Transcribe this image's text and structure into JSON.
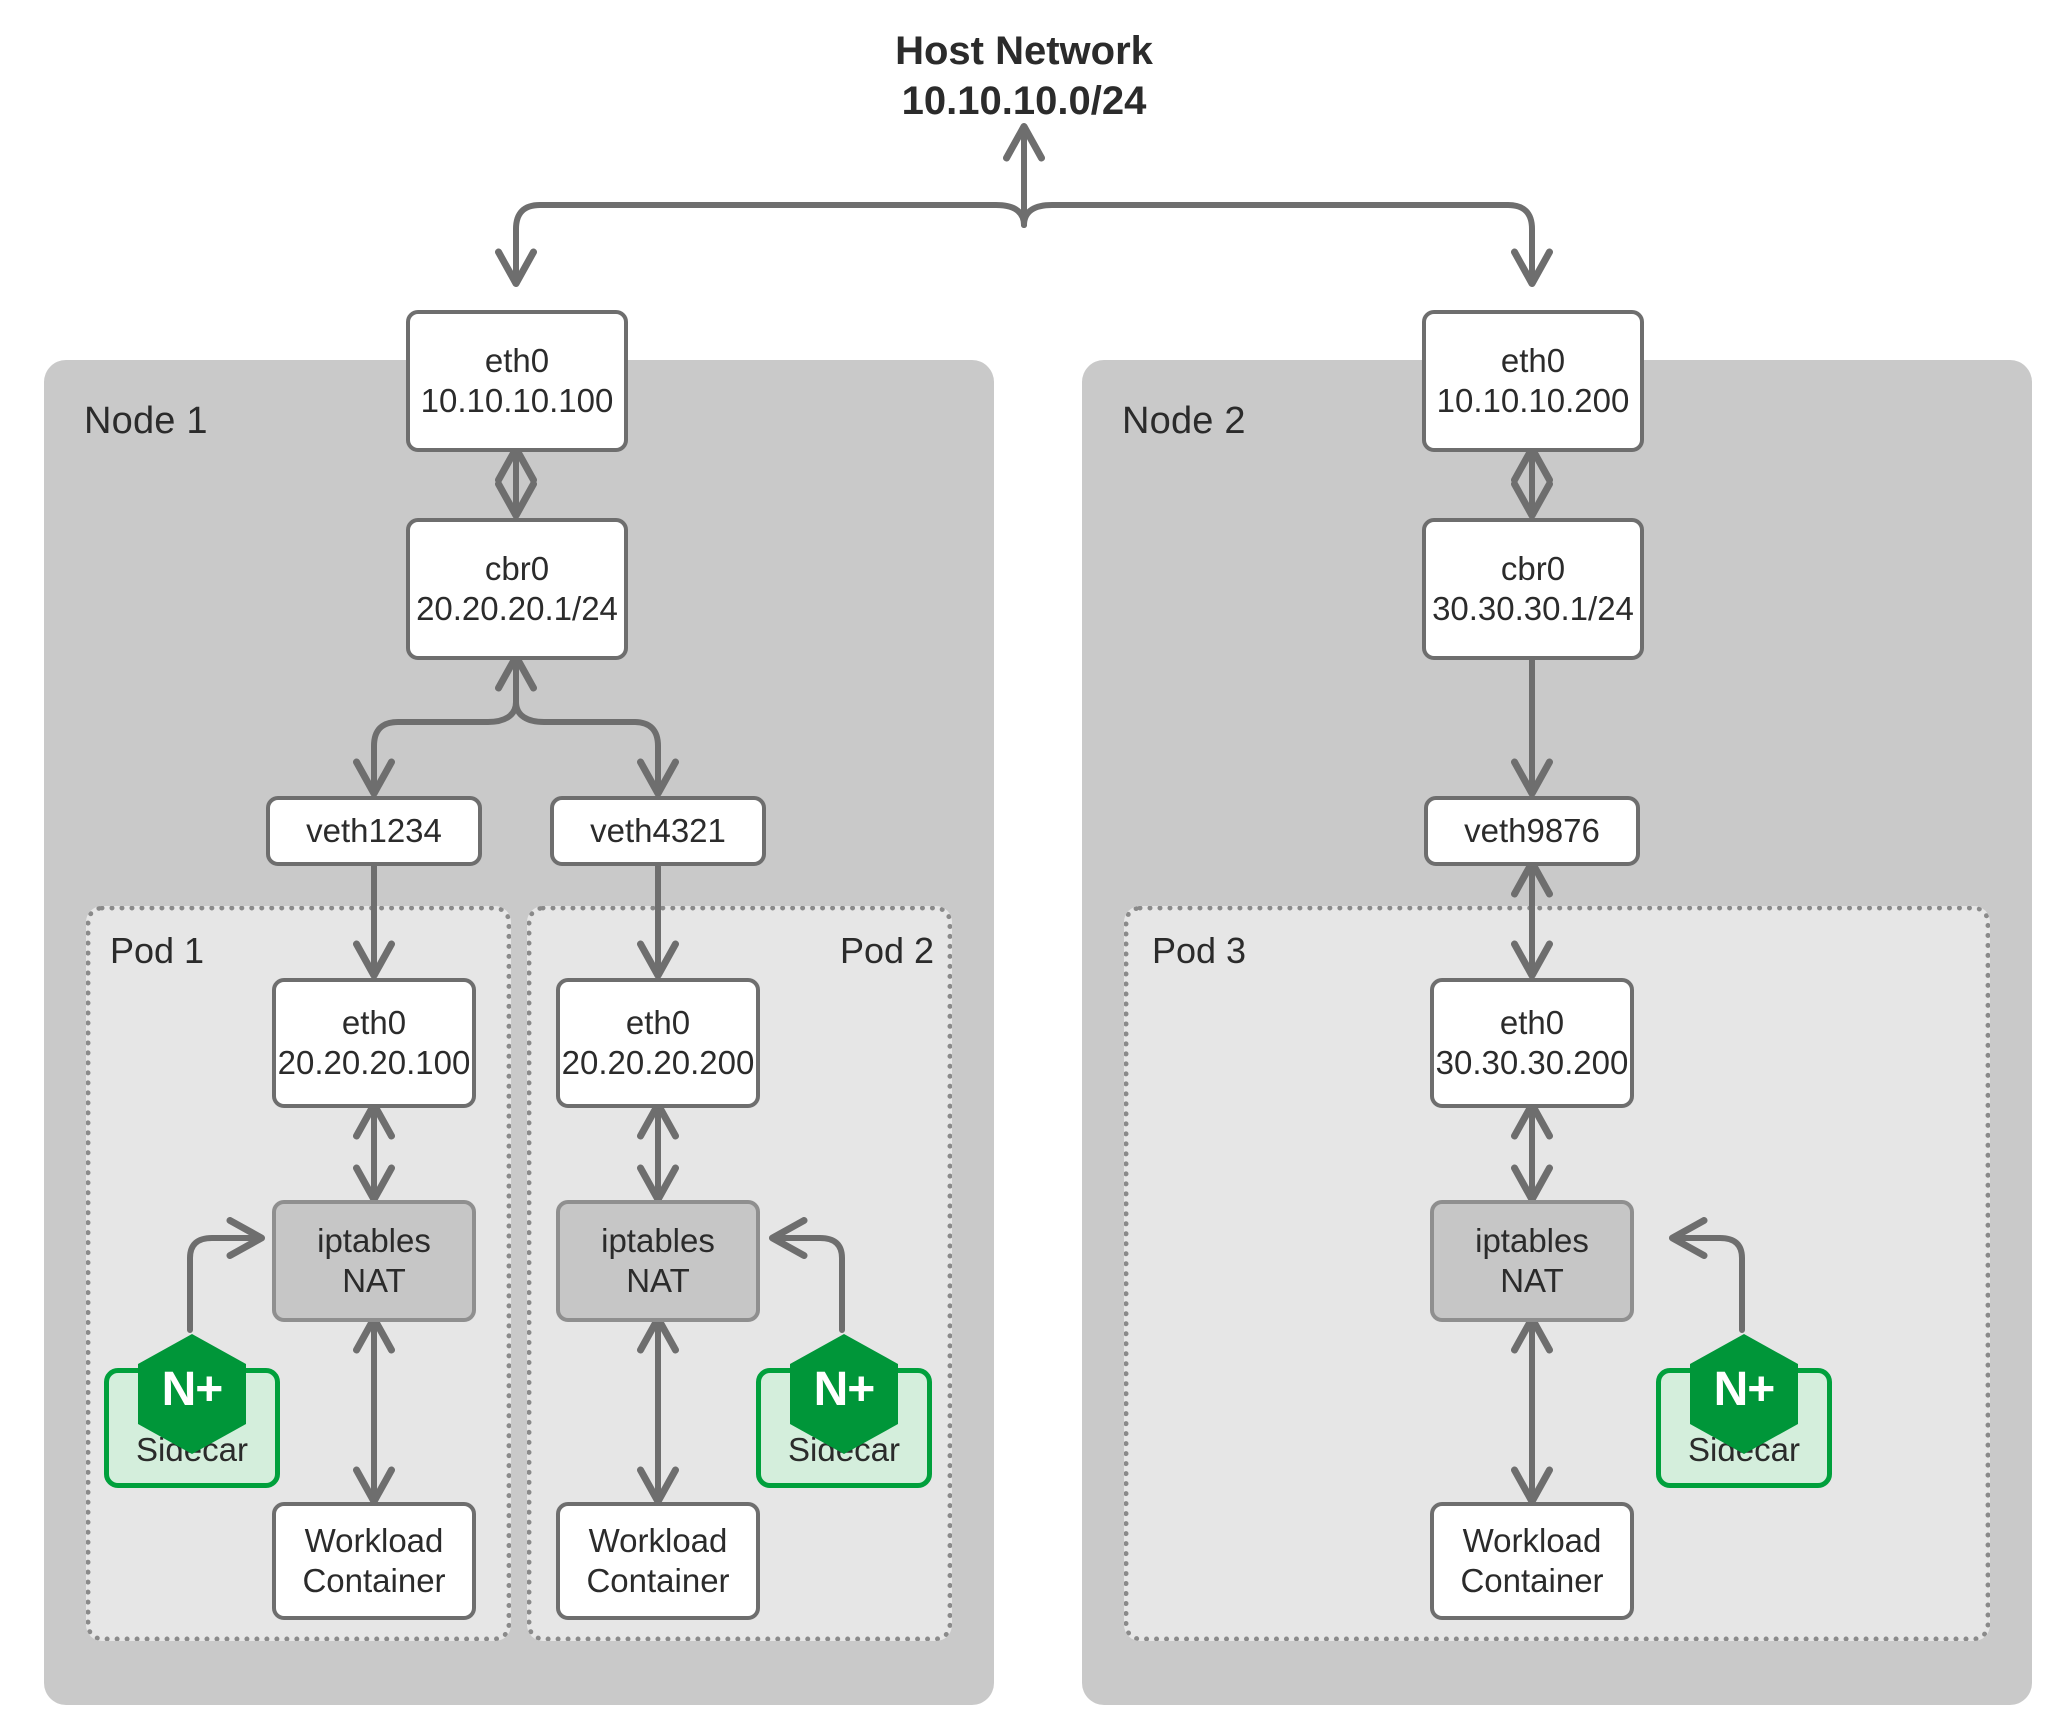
{
  "header": {
    "line1": "Host Network",
    "line2": "10.10.10.0/24"
  },
  "nodes": [
    {
      "id": "node1",
      "label": "Node 1",
      "eth0": {
        "name": "eth0",
        "ip": "10.10.10.100"
      },
      "bridge": {
        "name": "cbr0",
        "ip": "20.20.20.1/24"
      },
      "veths": [
        "veth1234",
        "veth4321"
      ],
      "pods": [
        {
          "label": "Pod 1",
          "eth0": {
            "name": "eth0",
            "ip": "20.20.20.100"
          },
          "iptables": {
            "line1": "iptables",
            "line2": "NAT"
          },
          "sidecar": {
            "label": "Sidecar",
            "badge": "N+"
          },
          "workload": {
            "line1": "Workload",
            "line2": "Container"
          }
        },
        {
          "label": "Pod 2",
          "eth0": {
            "name": "eth0",
            "ip": "20.20.20.200"
          },
          "iptables": {
            "line1": "iptables",
            "line2": "NAT"
          },
          "sidecar": {
            "label": "Sidecar",
            "badge": "N+"
          },
          "workload": {
            "line1": "Workload",
            "line2": "Container"
          }
        }
      ]
    },
    {
      "id": "node2",
      "label": "Node 2",
      "eth0": {
        "name": "eth0",
        "ip": "10.10.10.200"
      },
      "bridge": {
        "name": "cbr0",
        "ip": "30.30.30.1/24"
      },
      "veths": [
        "veth9876"
      ],
      "pods": [
        {
          "label": "Pod 3",
          "eth0": {
            "name": "eth0",
            "ip": "30.30.30.200"
          },
          "iptables": {
            "line1": "iptables",
            "line2": "NAT"
          },
          "sidecar": {
            "label": "Sidecar",
            "badge": "N+"
          },
          "workload": {
            "line1": "Workload",
            "line2": "Container"
          }
        }
      ]
    }
  ],
  "colors": {
    "node_fill": "#c9c9c9",
    "pod_fill": "#e6e6e6",
    "box_stroke": "#6e6e6e",
    "iptables_fill": "#c6c6c6",
    "nginx_green": "#009639",
    "sidecar_fill": "#d4eedc",
    "sidecar_stroke": "#00a03c",
    "arrow": "#6e6e6e",
    "text": "#2b2b2b",
    "background": "#ffffff"
  }
}
